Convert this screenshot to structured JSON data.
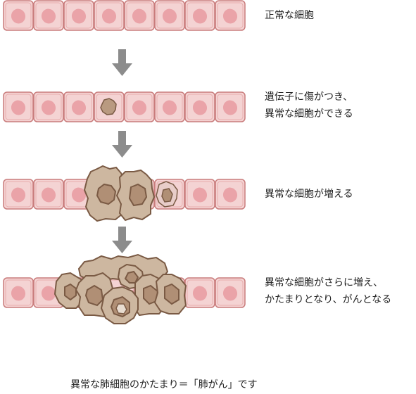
{
  "stages": [
    {
      "lines": [
        "正常な細胞"
      ]
    },
    {
      "lines": [
        "遺伝子に傷がつき、",
        "異常な細胞ができる"
      ]
    },
    {
      "lines": [
        "異常な細胞が増える"
      ]
    },
    {
      "lines": [
        "異常な細胞がさらに増え、",
        "かたまりとなり、がんとなる"
      ]
    }
  ],
  "caption": "異常な肺細胞のかたまり＝「肺がん」です",
  "colors": {
    "cell_fill": "#f4d3d3",
    "cell_border": "#c97c7c",
    "nucleus": "#eaa3a8",
    "arrow": "#8c8c8c",
    "abnormal_fill": "#cdb7a0",
    "abnormal_border": "#7a5a44",
    "abnormal_nucleus": "#a3826a"
  }
}
